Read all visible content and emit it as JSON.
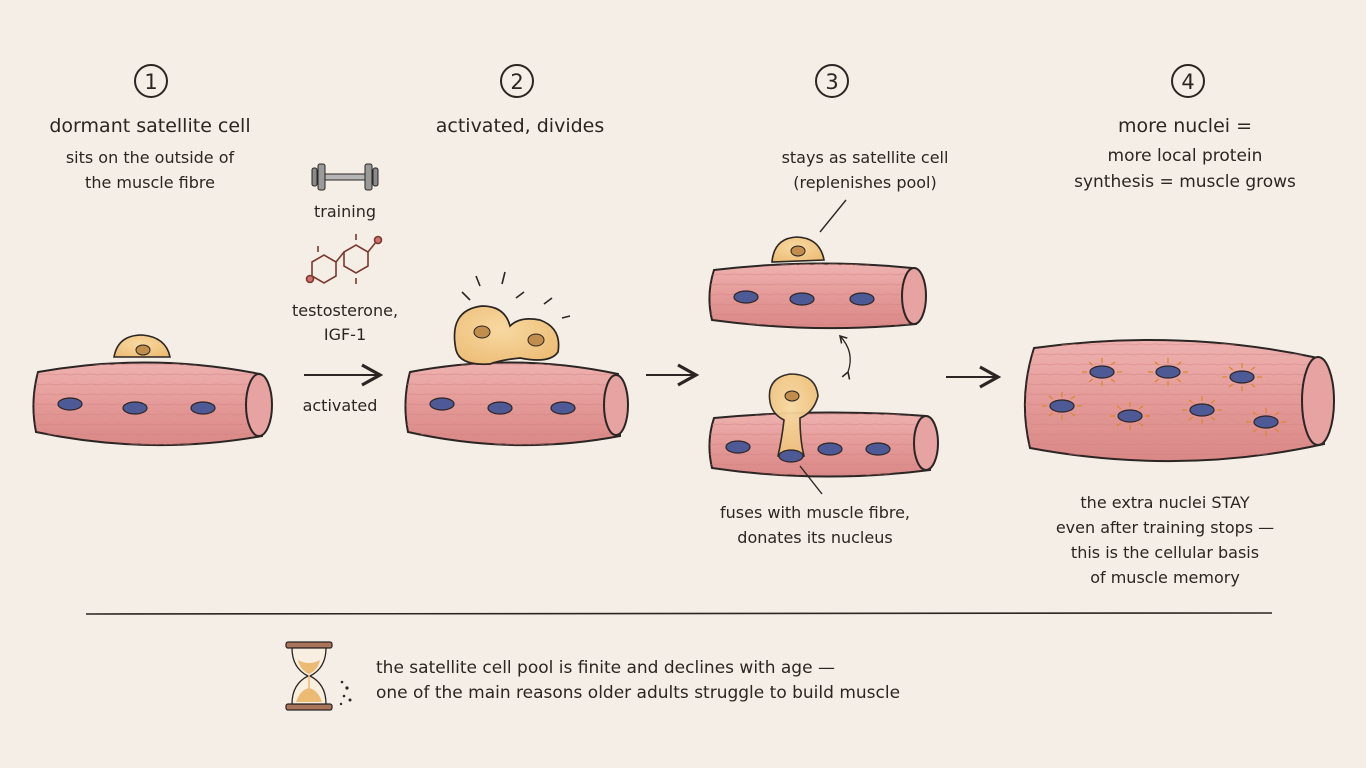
{
  "steps": [
    {
      "number": "1",
      "title": "dormant satellite cell",
      "desc": [
        "sits on the outside of",
        "the muscle fibre"
      ]
    },
    {
      "number": "2",
      "title": "activated, divides"
    },
    {
      "number": "3",
      "top_label": [
        "stays as satellite cell",
        "(replenishes pool)"
      ],
      "bottom_label": [
        "fuses with muscle fibre,",
        "donates its nucleus"
      ]
    },
    {
      "number": "4",
      "title": [
        "more nuclei =",
        "more local protein",
        "synthesis = muscle grows"
      ],
      "note": [
        "the extra nuclei STAY",
        "even after training stops —",
        "this is the cellular basis",
        "of muscle memory"
      ]
    }
  ],
  "stimuli": {
    "training_label": "training",
    "hormone_label": [
      "testosterone,",
      "IGF-1"
    ],
    "arrow_label": "activated"
  },
  "footer": {
    "text": [
      "the satellite cell pool is finite and declines with age —",
      "one of the main reasons older adults struggle to build muscle"
    ]
  },
  "colors": {
    "background": "#f4eee6",
    "muscle_fibre": "#e6a0a0",
    "satellite_cell": "#f1c887",
    "nucleus": "#4d5a96",
    "ink": "#2b2523"
  }
}
